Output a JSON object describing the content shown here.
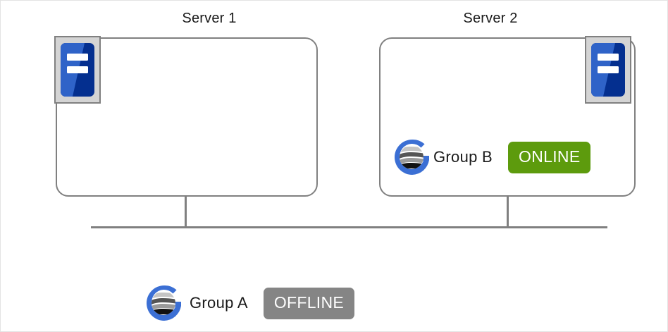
{
  "diagram": {
    "title_hidden": "",
    "background": "#ffffff",
    "line_color": "#808080"
  },
  "servers": [
    {
      "title": "Server 1",
      "icon_name": "server-rack-icon",
      "icon_position": "top-left",
      "groups": []
    },
    {
      "title": "Server 2",
      "icon_name": "server-rack-icon",
      "icon_position": "top-right",
      "groups": [
        {
          "logo_name": "cluster-group-logo-icon",
          "label": "Group  B",
          "status": "ONLINE",
          "status_color": "#5d9b0d"
        }
      ]
    }
  ],
  "floating_group": {
    "logo_name": "cluster-group-logo-icon",
    "label": "Group A",
    "status": "OFFLINE",
    "status_color": "#858585"
  },
  "colors": {
    "online": "#5d9b0d",
    "offline": "#858585",
    "server_icon_blue_light": "#2f63c8",
    "server_icon_blue_dark": "#042f8f",
    "logo_blue": "#3b6fd4",
    "border_gray": "#808080",
    "icon_frame_gray": "#d4d4d4"
  }
}
